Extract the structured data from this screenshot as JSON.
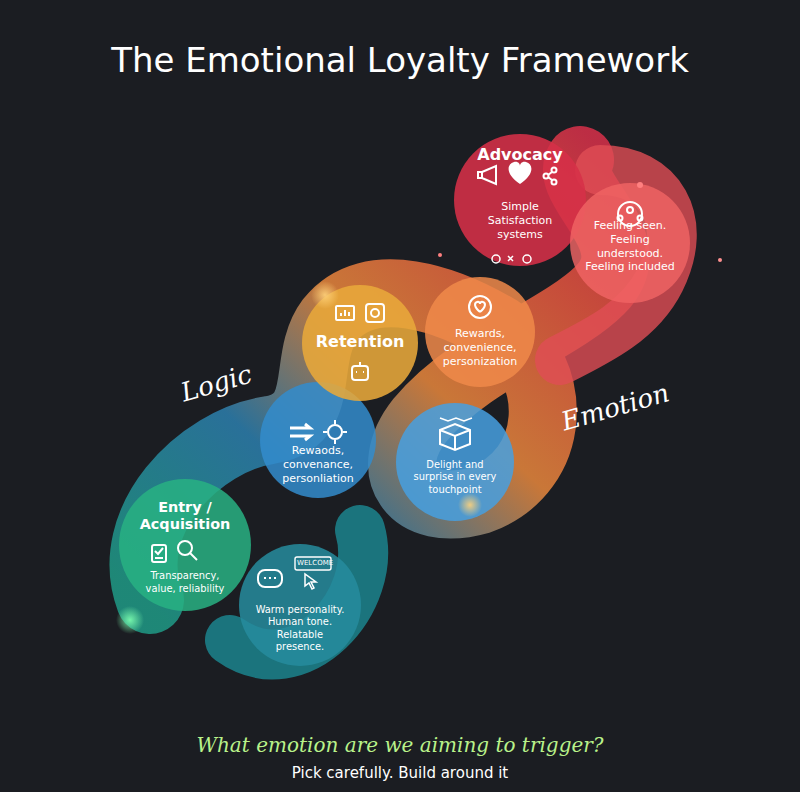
{
  "diagram": {
    "title": "The Emotional Loyalty Framework",
    "caption": "What emotion are we aiming to trigger?",
    "nodes": [
      {
        "text": [
          "Entry / Acquisition",
          "Transparency, value, reliability"
        ]
      },
      {
        "text": [
          "Warm personality. Human tone. Relatable presence."
        ]
      },
      {
        "text": [
          "Rewaods, convenance, personliation"
        ]
      },
      {
        "text": [
          "Delight and surprise in every touchpoint"
        ]
      },
      {
        "text": [
          "Retention"
        ]
      },
      {
        "text": [
          "Rewards, convenience, personization"
        ]
      },
      {
        "text": [
          "Advocacy",
          "Simple Satisfaction systems"
        ]
      },
      {
        "text": [
          "Feeling seen. Feeling understood. Feeling included"
        ]
      }
    ],
    "edges": [],
    "labels": [
      "Logic",
      "Emotion",
      "WELCOME",
      "Pick carefully. Build around it"
    ]
  }
}
